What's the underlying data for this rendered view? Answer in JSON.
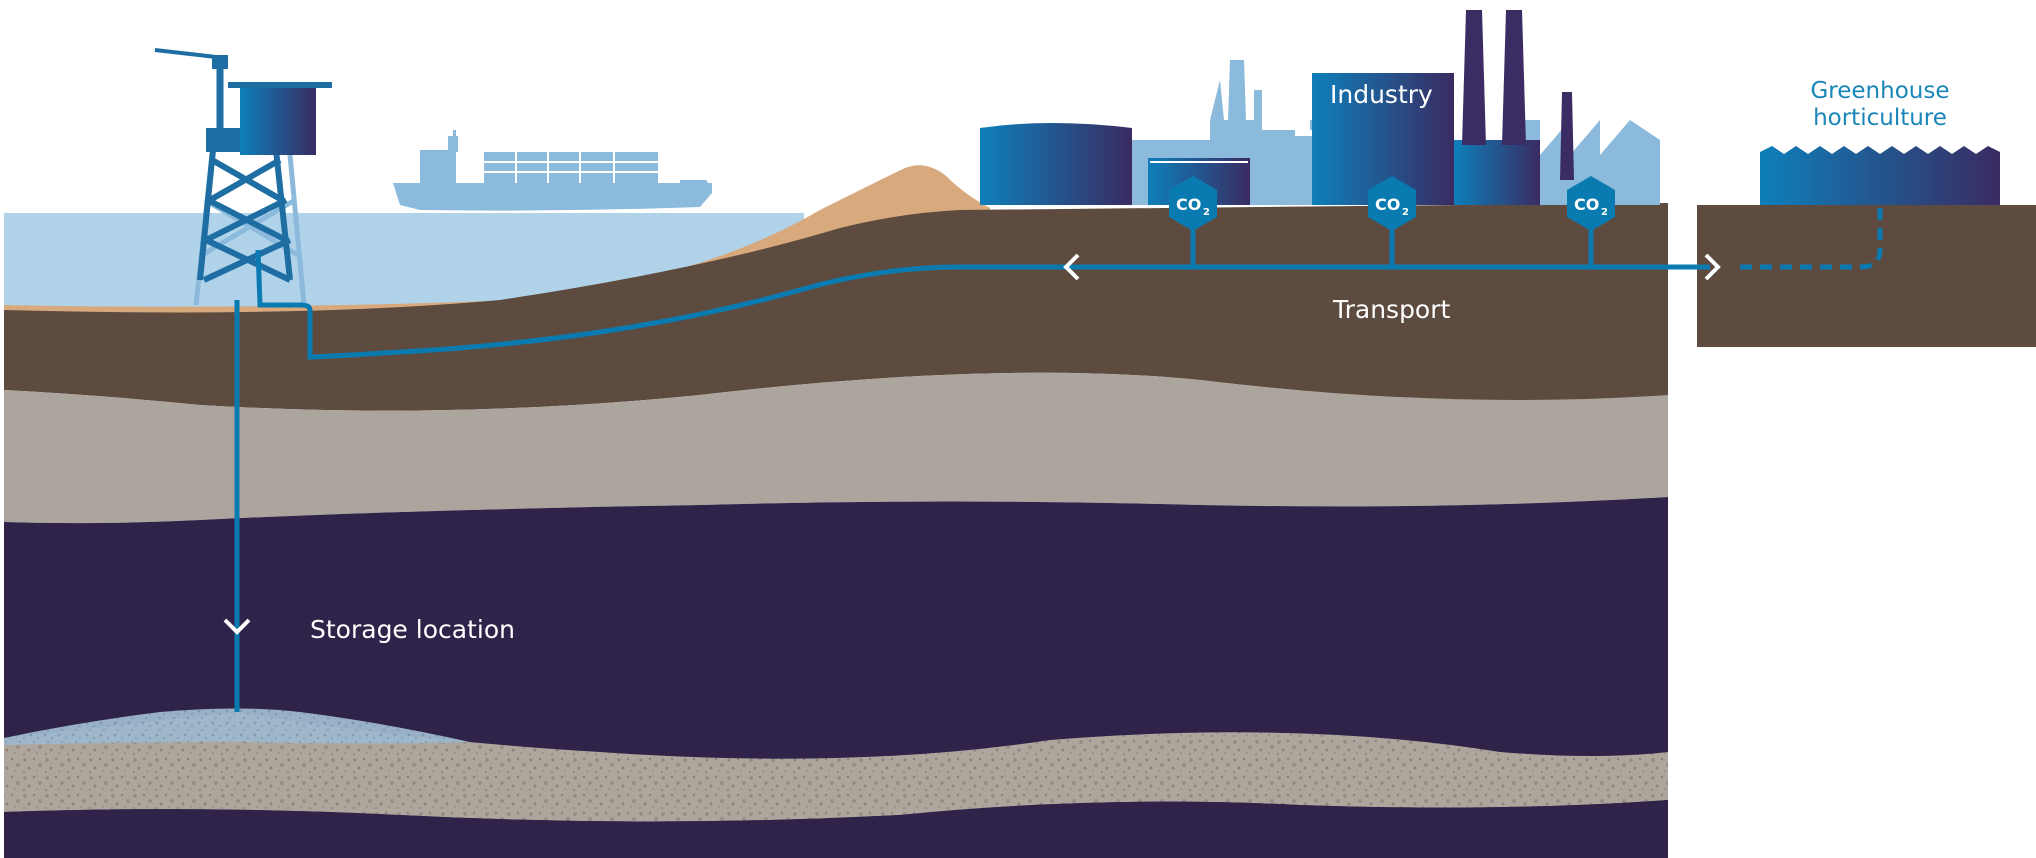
{
  "labels": {
    "industry": "Industry",
    "greenhouse_line1": "Greenhouse",
    "greenhouse_line2": "horticulture",
    "transport": "Transport",
    "storage": "Storage location",
    "co2_main": "CO",
    "co2_sub": "2"
  },
  "colors": {
    "pipeline": "#0a7bb0",
    "accent_text": "#1a86b8",
    "sea": "#b0d3ea",
    "sand": "#d9a97e",
    "soil_dark": "#5d4b3f",
    "soil_grey": "#aca59d",
    "deep_layer": "#30234a",
    "light_blue": "#8bbadc",
    "gradient_start": "#0e7fba",
    "gradient_end": "#3a2b62"
  },
  "icons": [
    "offshore-platform-icon",
    "cargo-ship-icon",
    "storage-tank-icon",
    "factory-icon",
    "greenhouse-icon",
    "co2-capture-marker-icon",
    "flow-arrow-icon"
  ]
}
